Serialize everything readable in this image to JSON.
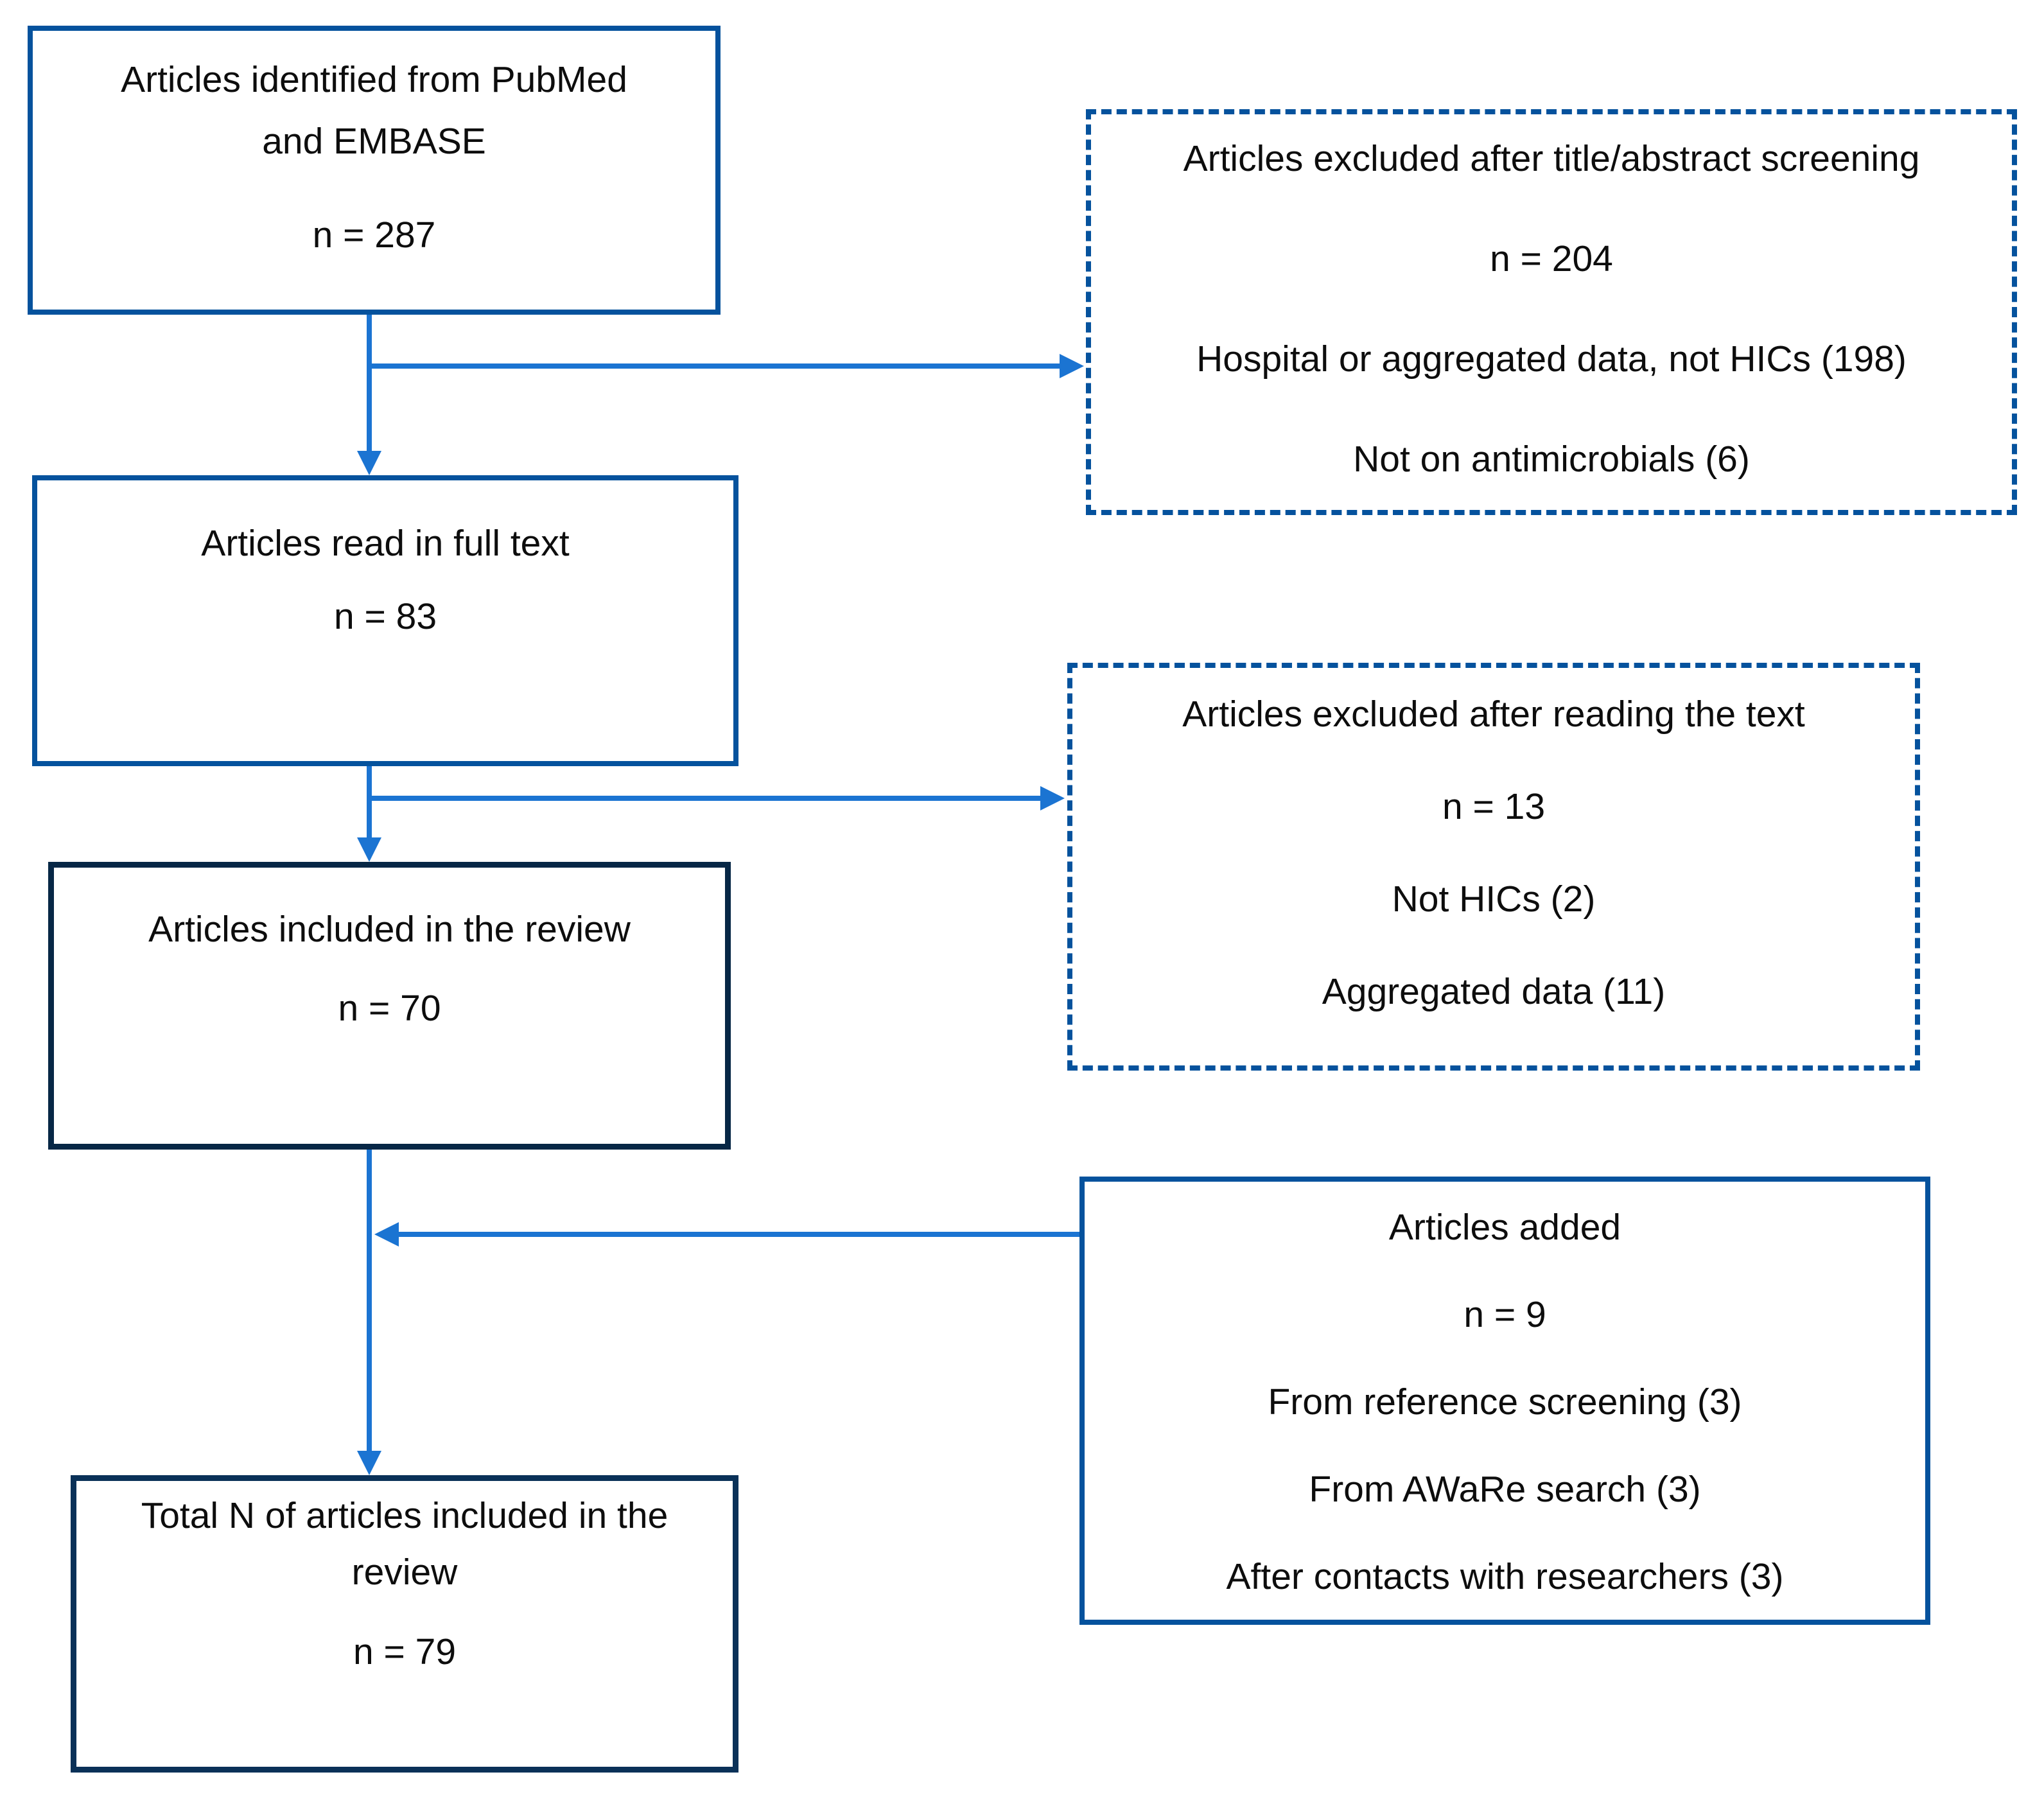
{
  "colors": {
    "box_border_blue": "#05529D",
    "box_border_navy_included": "#072746",
    "box_border_navy_total": "#0A3158",
    "arrow_blue": "#1B74D2",
    "text": "#0D0D0D",
    "background": "#FFFFFF"
  },
  "flowchart": {
    "identified": {
      "line1": "Articles identified from PubMed",
      "line2": "and EMBASE",
      "n": "n = 287"
    },
    "excluded_title_abstract": {
      "title": "Articles excluded after title/abstract screening",
      "n": "n = 204",
      "reason1": "Hospital or aggregated data, not HICs (198)",
      "reason2": "Not on antimicrobials (6)"
    },
    "read_full_text": {
      "title": "Articles read in full text",
      "n": "n = 83"
    },
    "excluded_after_reading": {
      "title": "Articles excluded after reading the text",
      "n": "n = 13",
      "reason1": "Not HICs (2)",
      "reason2": "Aggregated data (11)"
    },
    "included_review": {
      "title": "Articles included in the review",
      "n": "n = 70"
    },
    "articles_added": {
      "title": "Articles added",
      "n": "n = 9",
      "source1": "From reference screening (3)",
      "source2": "From AWaRe search (3)",
      "source3": "After contacts with researchers (3)"
    },
    "total_included": {
      "line1": "Total N of articles included in the",
      "line2": "review",
      "n": "n = 79"
    }
  }
}
